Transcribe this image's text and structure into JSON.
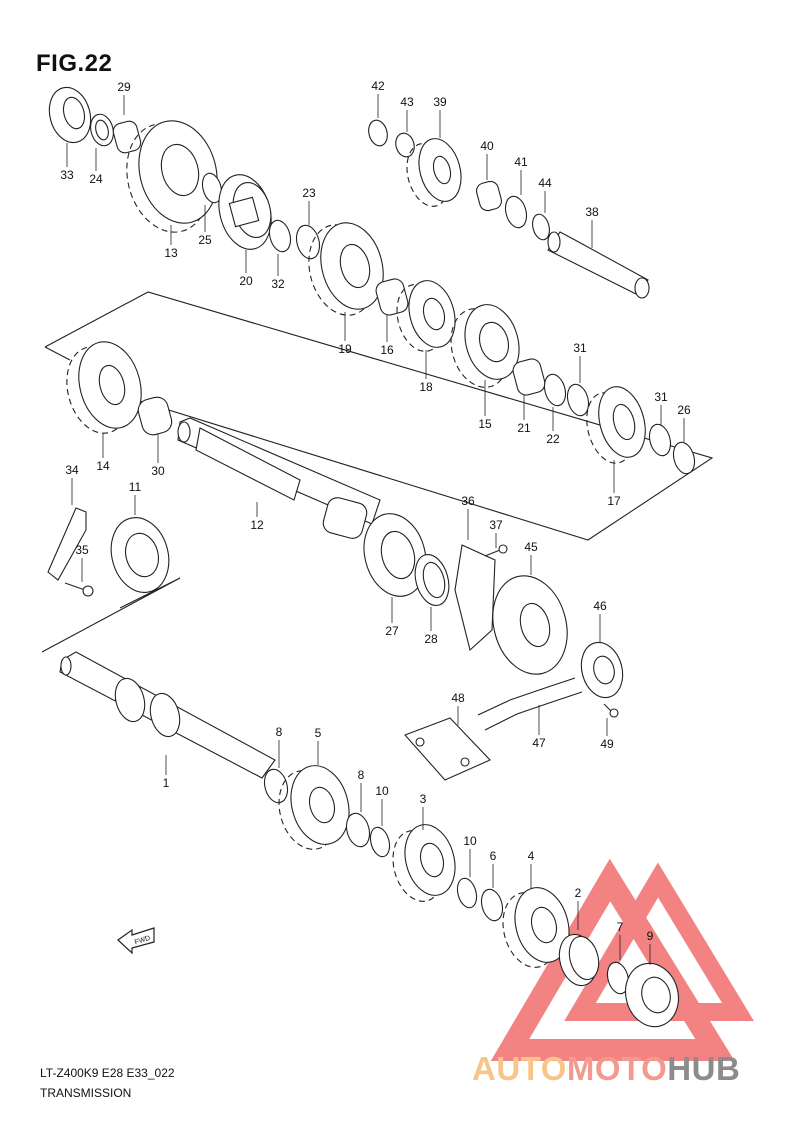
{
  "figure": {
    "title": "FIG.22",
    "code": "LT-Z400K9 E28 E33_022",
    "section": "TRANSMISSION",
    "direction_label": "FWD"
  },
  "watermark": {
    "text_parts": [
      "AUTO",
      "MOTO",
      "HUB"
    ],
    "colors": [
      "#f7c58a",
      "#f29a8e",
      "#8c8c8c"
    ],
    "triangle_color": "#f05a5a"
  },
  "parts": [
    {
      "num": "1"
    },
    {
      "num": "2"
    },
    {
      "num": "3"
    },
    {
      "num": "4"
    },
    {
      "num": "5"
    },
    {
      "num": "6"
    },
    {
      "num": "7"
    },
    {
      "num": "8"
    },
    {
      "num": "8"
    },
    {
      "num": "9"
    },
    {
      "num": "10"
    },
    {
      "num": "10"
    },
    {
      "num": "11"
    },
    {
      "num": "12"
    },
    {
      "num": "13"
    },
    {
      "num": "14"
    },
    {
      "num": "15"
    },
    {
      "num": "16"
    },
    {
      "num": "17"
    },
    {
      "num": "18"
    },
    {
      "num": "19"
    },
    {
      "num": "20"
    },
    {
      "num": "21"
    },
    {
      "num": "22"
    },
    {
      "num": "23"
    },
    {
      "num": "24"
    },
    {
      "num": "25"
    },
    {
      "num": "26"
    },
    {
      "num": "27"
    },
    {
      "num": "28"
    },
    {
      "num": "29"
    },
    {
      "num": "30"
    },
    {
      "num": "31"
    },
    {
      "num": "31"
    },
    {
      "num": "32"
    },
    {
      "num": "33"
    },
    {
      "num": "34"
    },
    {
      "num": "35"
    },
    {
      "num": "36"
    },
    {
      "num": "37"
    },
    {
      "num": "38"
    },
    {
      "num": "39"
    },
    {
      "num": "40"
    },
    {
      "num": "41"
    },
    {
      "num": "42"
    },
    {
      "num": "43"
    },
    {
      "num": "44"
    },
    {
      "num": "45"
    },
    {
      "num": "46"
    },
    {
      "num": "47"
    },
    {
      "num": "48"
    },
    {
      "num": "49"
    }
  ]
}
